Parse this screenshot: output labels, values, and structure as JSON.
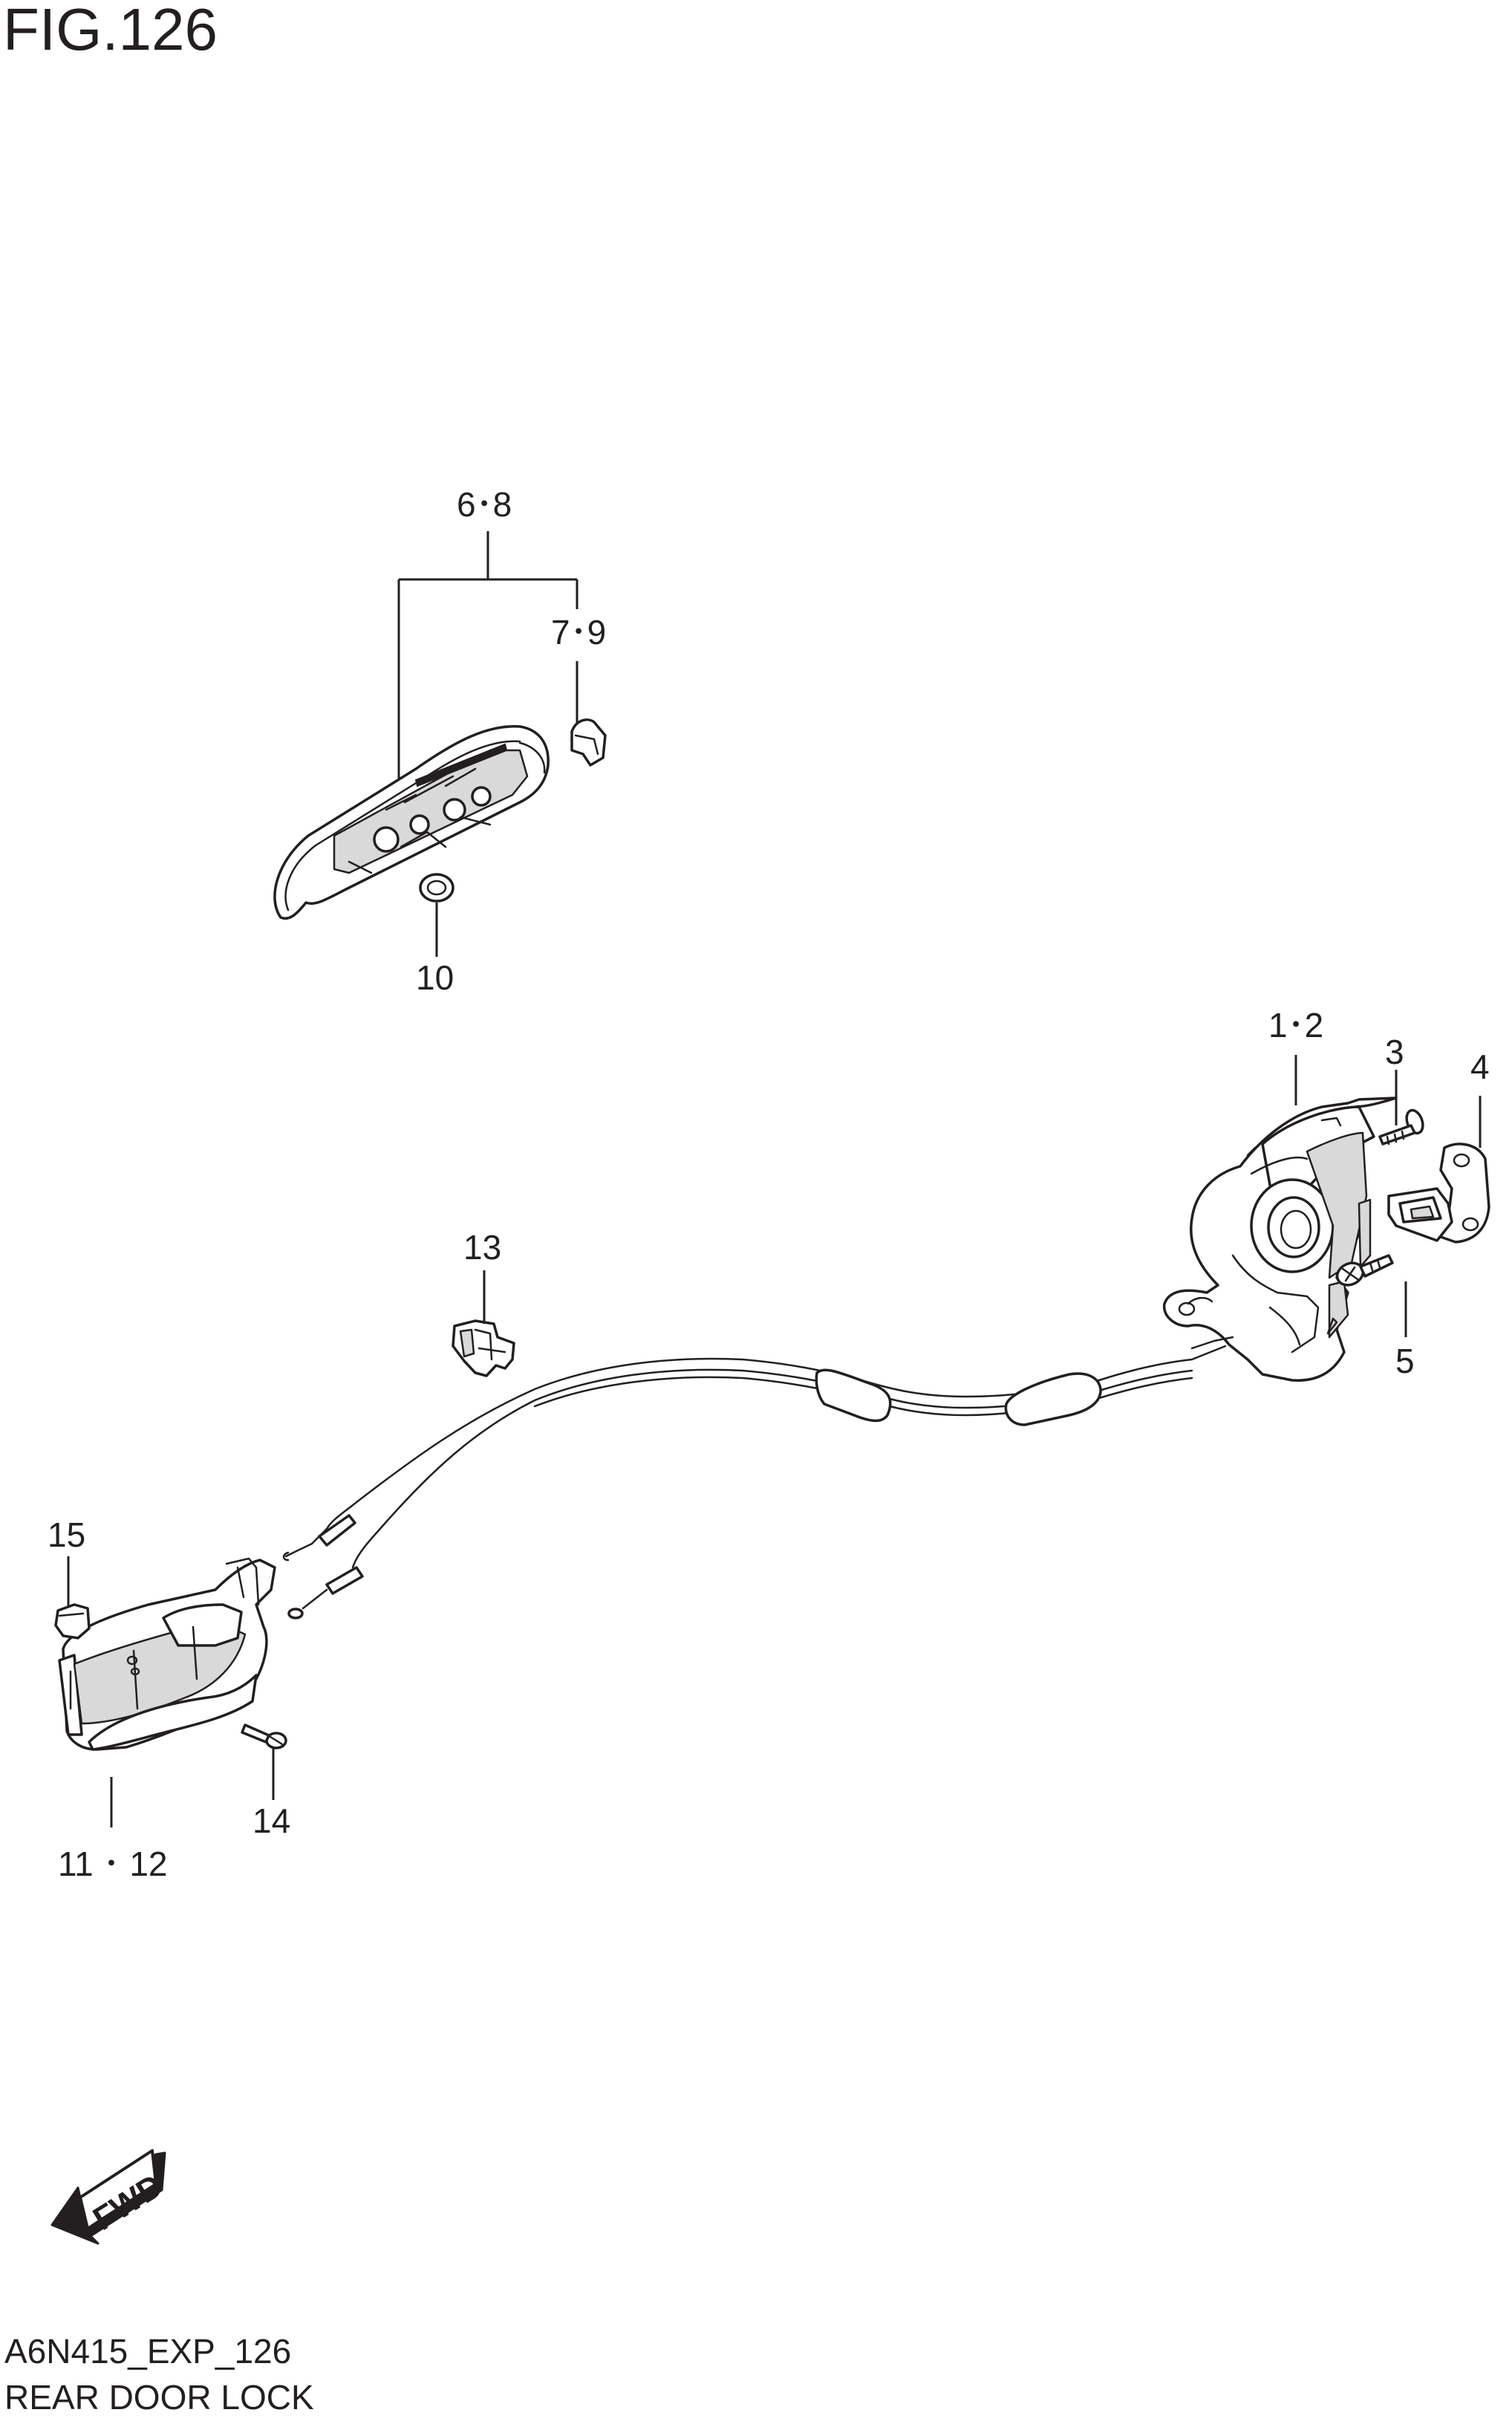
{
  "figure": {
    "title": "FIG.126",
    "ref_code": "A6N415_EXP_126",
    "name": "REAR DOOR LOCK"
  },
  "callouts": {
    "c68": "6･8",
    "c79": "7･9",
    "c10": "10",
    "c12": "1･2",
    "c3": "3",
    "c4": "4",
    "c5": "5",
    "c13": "13",
    "c15": "15",
    "c14": "14",
    "c1112": "11 ･ 12"
  },
  "fwd_label": "FWD"
}
